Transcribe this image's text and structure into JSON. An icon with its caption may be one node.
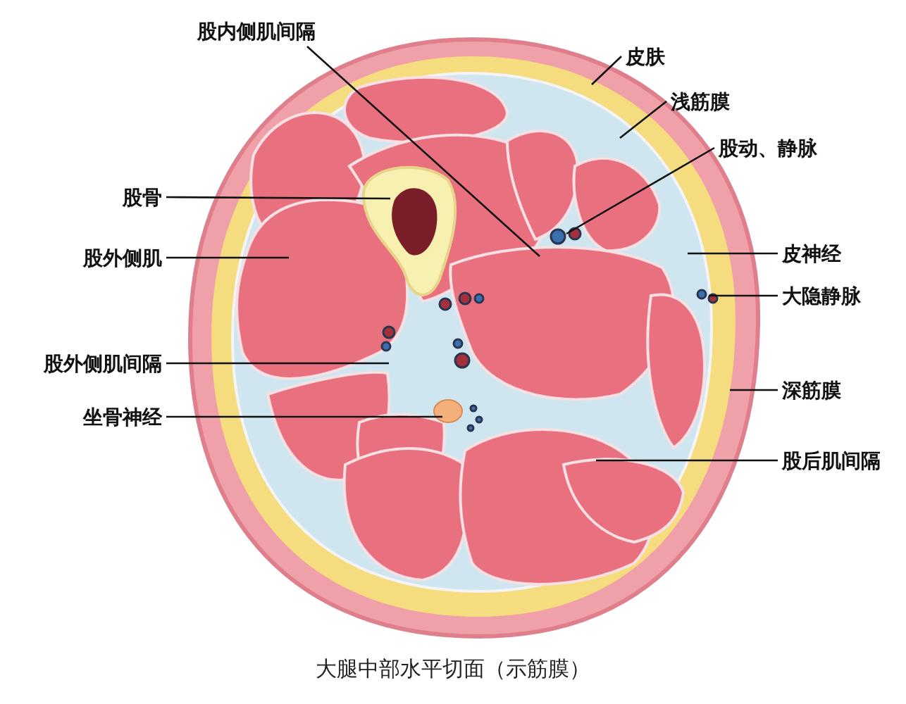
{
  "diagram": {
    "caption": "大腿中部水平切面（示筋膜）",
    "nodes": [
      {
        "text": [
          "股内侧肌间隔"
        ]
      },
      {
        "text": [
          "皮肤"
        ]
      },
      {
        "text": [
          "浅筋膜"
        ]
      },
      {
        "text": [
          "股动、静脉"
        ]
      },
      {
        "text": [
          "股骨"
        ]
      },
      {
        "text": [
          "股外侧肌"
        ]
      },
      {
        "text": [
          "皮神经"
        ]
      },
      {
        "text": [
          "大隐静脉"
        ]
      },
      {
        "text": [
          "股外侧肌间隔"
        ]
      },
      {
        "text": [
          "深筋膜"
        ]
      },
      {
        "text": [
          "坐骨神经"
        ]
      },
      {
        "text": [
          "股后肌间隔"
        ]
      }
    ],
    "edges": [
      {
        "from": 0,
        "to": null,
        "arrow": "none"
      },
      {
        "from": 1,
        "to": null,
        "arrow": "none"
      },
      {
        "from": 2,
        "to": null,
        "arrow": "none"
      },
      {
        "from": 3,
        "to": null,
        "arrow": "none"
      },
      {
        "from": 4,
        "to": null,
        "arrow": "none"
      },
      {
        "from": 5,
        "to": null,
        "arrow": "none"
      },
      {
        "from": 6,
        "to": null,
        "arrow": "none"
      },
      {
        "from": 7,
        "to": null,
        "arrow": "none"
      },
      {
        "from": 8,
        "to": null,
        "arrow": "none"
      },
      {
        "from": 9,
        "to": null,
        "arrow": "none"
      },
      {
        "from": 10,
        "to": null,
        "arrow": "none"
      },
      {
        "from": 11,
        "to": null,
        "arrow": "none"
      }
    ]
  }
}
